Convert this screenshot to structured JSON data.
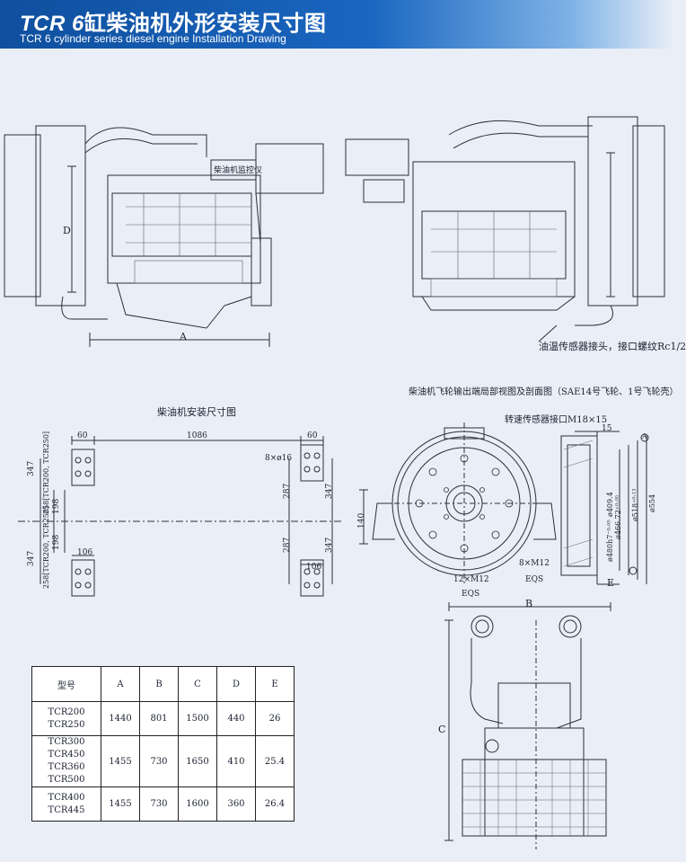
{
  "header": {
    "title_latin": "TCR 6",
    "title_cn": "缸柴油机外形安装尺寸图",
    "subtitle": "TCR 6 cylinder series diesel engine Installation Drawing"
  },
  "labels": {
    "panel_label": "柴油机监控仪",
    "dim_A": "A",
    "dim_D": "D",
    "dim_B": "B",
    "dim_C": "C",
    "dim_E": "E",
    "temp_sensor": "油温传感器接头，接口螺纹Rc1/2",
    "flywheel_title": "柴油机飞轮输出端局部视图及剖面图（SAE14号飞轮、1号飞轮壳）",
    "install_title": "柴油机安装尺寸图",
    "speed_sensor": "转速传感器接口M18×15",
    "d60a": "60",
    "d1086": "1086",
    "d60b": "60",
    "d8phi16": "8×ø16",
    "d347a": "347",
    "d258a": "258[TCR200, TCR250]",
    "d198a": "198",
    "d198b": "198",
    "d258b": "258[TCR200, TCR250]",
    "d347b": "347",
    "d287a": "287",
    "d287b": "287",
    "d347c": "347",
    "d347d": "347",
    "d106a": "106",
    "d106b": "106",
    "d140": "140",
    "d15": "15",
    "d12m12": "12×M12",
    "d8m12": "8×M12",
    "eqs1": "EQS",
    "eqs2": "EQS",
    "phi466": "ø466.72⁺⁰·⁰⁵",
    "phi409": "ø409.4",
    "phi518": "ø518⁺⁰·¹³",
    "phi480": "ø480h7⁻⁰·⁰⁵",
    "phi554": "ø554",
    "circle_A": "A"
  },
  "table": {
    "headers": [
      "型号",
      "A",
      "B",
      "C",
      "D",
      "E"
    ],
    "rows": [
      {
        "model": [
          "TCR200",
          "TCR250"
        ],
        "values": [
          "1440",
          "801",
          "1500",
          "440",
          "26"
        ]
      },
      {
        "model": [
          "TCR300 TCR450",
          "TCR360 TCR500"
        ],
        "values": [
          "1455",
          "730",
          "1650",
          "410",
          "25.4"
        ]
      },
      {
        "model": [
          "TCR400",
          "TCR445"
        ],
        "values": [
          "1455",
          "730",
          "1600",
          "360",
          "26.4"
        ]
      }
    ]
  }
}
